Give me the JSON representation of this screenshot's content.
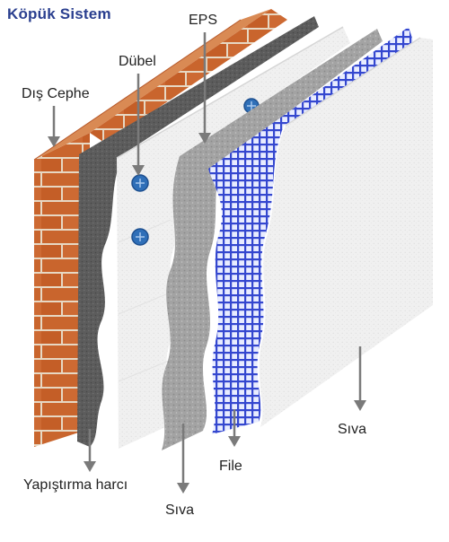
{
  "title": "Köpük Sistem",
  "labels": {
    "dis_cephe": "Dış Cephe",
    "dubel": "Dübel",
    "eps": "EPS",
    "yapistirma": "Yapıştırma harcı",
    "siva_left": "Sıva",
    "file": "File",
    "siva_right": "Sıva"
  },
  "colors": {
    "title": "#2a3f8f",
    "brick": "#c8642c",
    "mortar": "#e9dccb",
    "adhesive": "#5a5a5a",
    "eps": "#f7f7f7",
    "base_coat": "#a9a9a9",
    "mesh": "#3a4fd6",
    "finish": "#eeeeee",
    "arrow": "#7a7a7a",
    "dowel": "#2f6fb8"
  },
  "icons": [
    "arrow-down-icon",
    "dowel-icon"
  ]
}
